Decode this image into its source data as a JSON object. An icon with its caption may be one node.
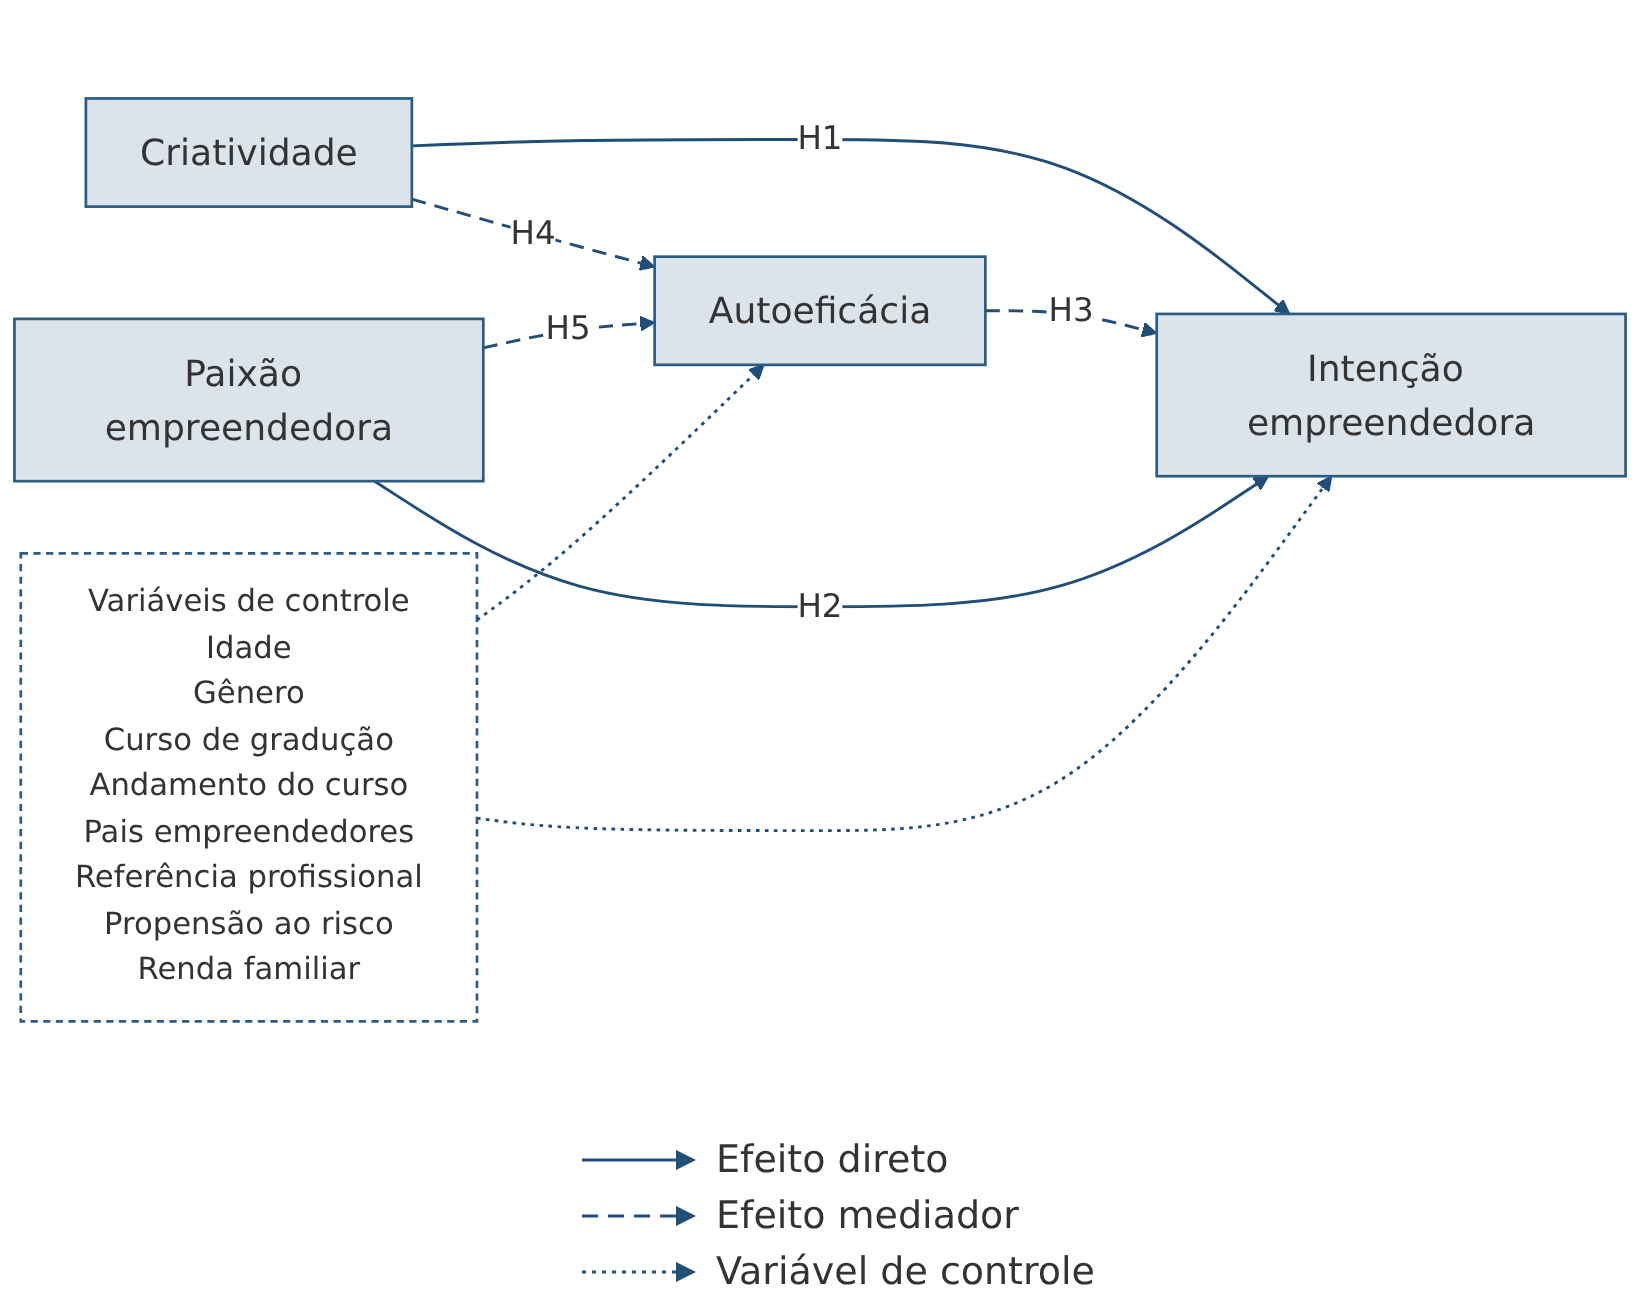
{
  "diagram": {
    "nodes": [
      {
        "text": [
          "Variáveis de controle",
          "Idade",
          "Gênero",
          "Curso de gradução",
          "Andamento do curso",
          "Pais empreendedores",
          "Referência profissional",
          "Propensão ao risco",
          "Renda familiar"
        ]
      },
      {
        "text": [
          "Criatividade"
        ]
      },
      {
        "text": [
          "Paixão empreendedora"
        ]
      },
      {
        "text": [
          "Autoeficácia"
        ]
      },
      {
        "text": [
          "Intenção empreendedora"
        ]
      }
    ],
    "edges": [
      {
        "from": 1,
        "to": 4,
        "arrow": "to",
        "label": "H1"
      },
      {
        "from": 1,
        "to": 3,
        "arrow": "to",
        "label": "H4",
        "style": "dashed"
      },
      {
        "from": 2,
        "to": 3,
        "arrow": "to",
        "label": "H5",
        "style": "dashed"
      },
      {
        "from": 3,
        "to": 4,
        "arrow": "to",
        "label": "H3",
        "style": "dashed"
      },
      {
        "from": 2,
        "to": 4,
        "arrow": "to",
        "label": "H2"
      },
      {
        "from": 0,
        "to": 3,
        "arrow": "to",
        "style": "dashed"
      },
      {
        "from": 0,
        "to": 4,
        "arrow": "to",
        "style": "dashed"
      }
    ],
    "legend": [
      {
        "text": "Efeito direto"
      },
      {
        "text": "Efeito mediador"
      },
      {
        "text": "Variável de controle"
      }
    ]
  }
}
